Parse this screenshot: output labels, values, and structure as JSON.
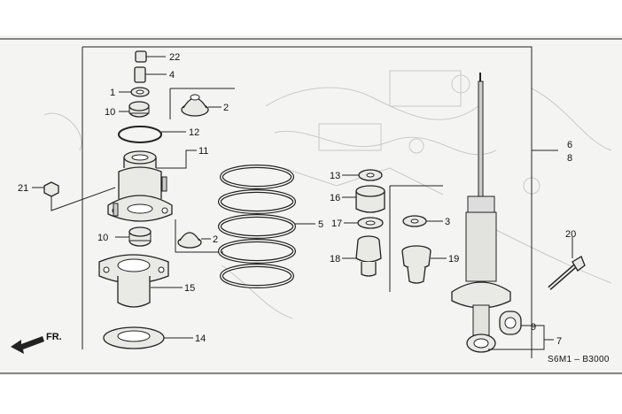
{
  "diagram": {
    "code": "S6M1 – B3000",
    "front_label": "FR.",
    "callouts": [
      {
        "num": "22"
      },
      {
        "num": "4"
      },
      {
        "num": "1"
      },
      {
        "num": "10"
      },
      {
        "num": "2"
      },
      {
        "num": "12"
      },
      {
        "num": "11"
      },
      {
        "num": "21"
      },
      {
        "num": "10"
      },
      {
        "num": "2"
      },
      {
        "num": "5"
      },
      {
        "num": "15"
      },
      {
        "num": "14"
      },
      {
        "num": "13"
      },
      {
        "num": "16"
      },
      {
        "num": "17"
      },
      {
        "num": "3"
      },
      {
        "num": "18"
      },
      {
        "num": "19"
      },
      {
        "num": "6"
      },
      {
        "num": "8"
      },
      {
        "num": "20"
      },
      {
        "num": "9"
      },
      {
        "num": "7"
      }
    ]
  }
}
